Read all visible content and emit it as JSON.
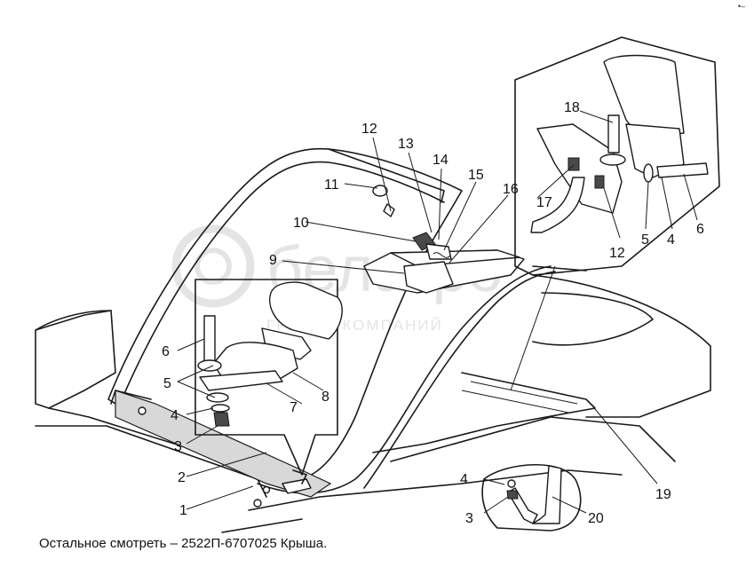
{
  "caption": "Остальное смотреть – 2522П-6707025 Крыша.",
  "corner_mark": "•–",
  "watermark": {
    "brand": "белагро",
    "subtitle": "ГРУППА КОМПАНИЙ"
  },
  "callouts": {
    "c1": "1",
    "c2": "2",
    "c3a": "3",
    "c4a": "4",
    "c5a": "5",
    "c6a": "6",
    "c7": "7",
    "c8": "8",
    "c9": "9",
    "c10": "10",
    "c11": "11",
    "c12a": "12",
    "c13": "13",
    "c14": "14",
    "c15": "15",
    "c16": "16",
    "c17": "17",
    "c18": "18",
    "c12b": "12",
    "c5b": "5",
    "c4b": "4",
    "c6b": "6",
    "c19": "19",
    "c4c": "4",
    "c3c": "3",
    "c20": "20"
  }
}
